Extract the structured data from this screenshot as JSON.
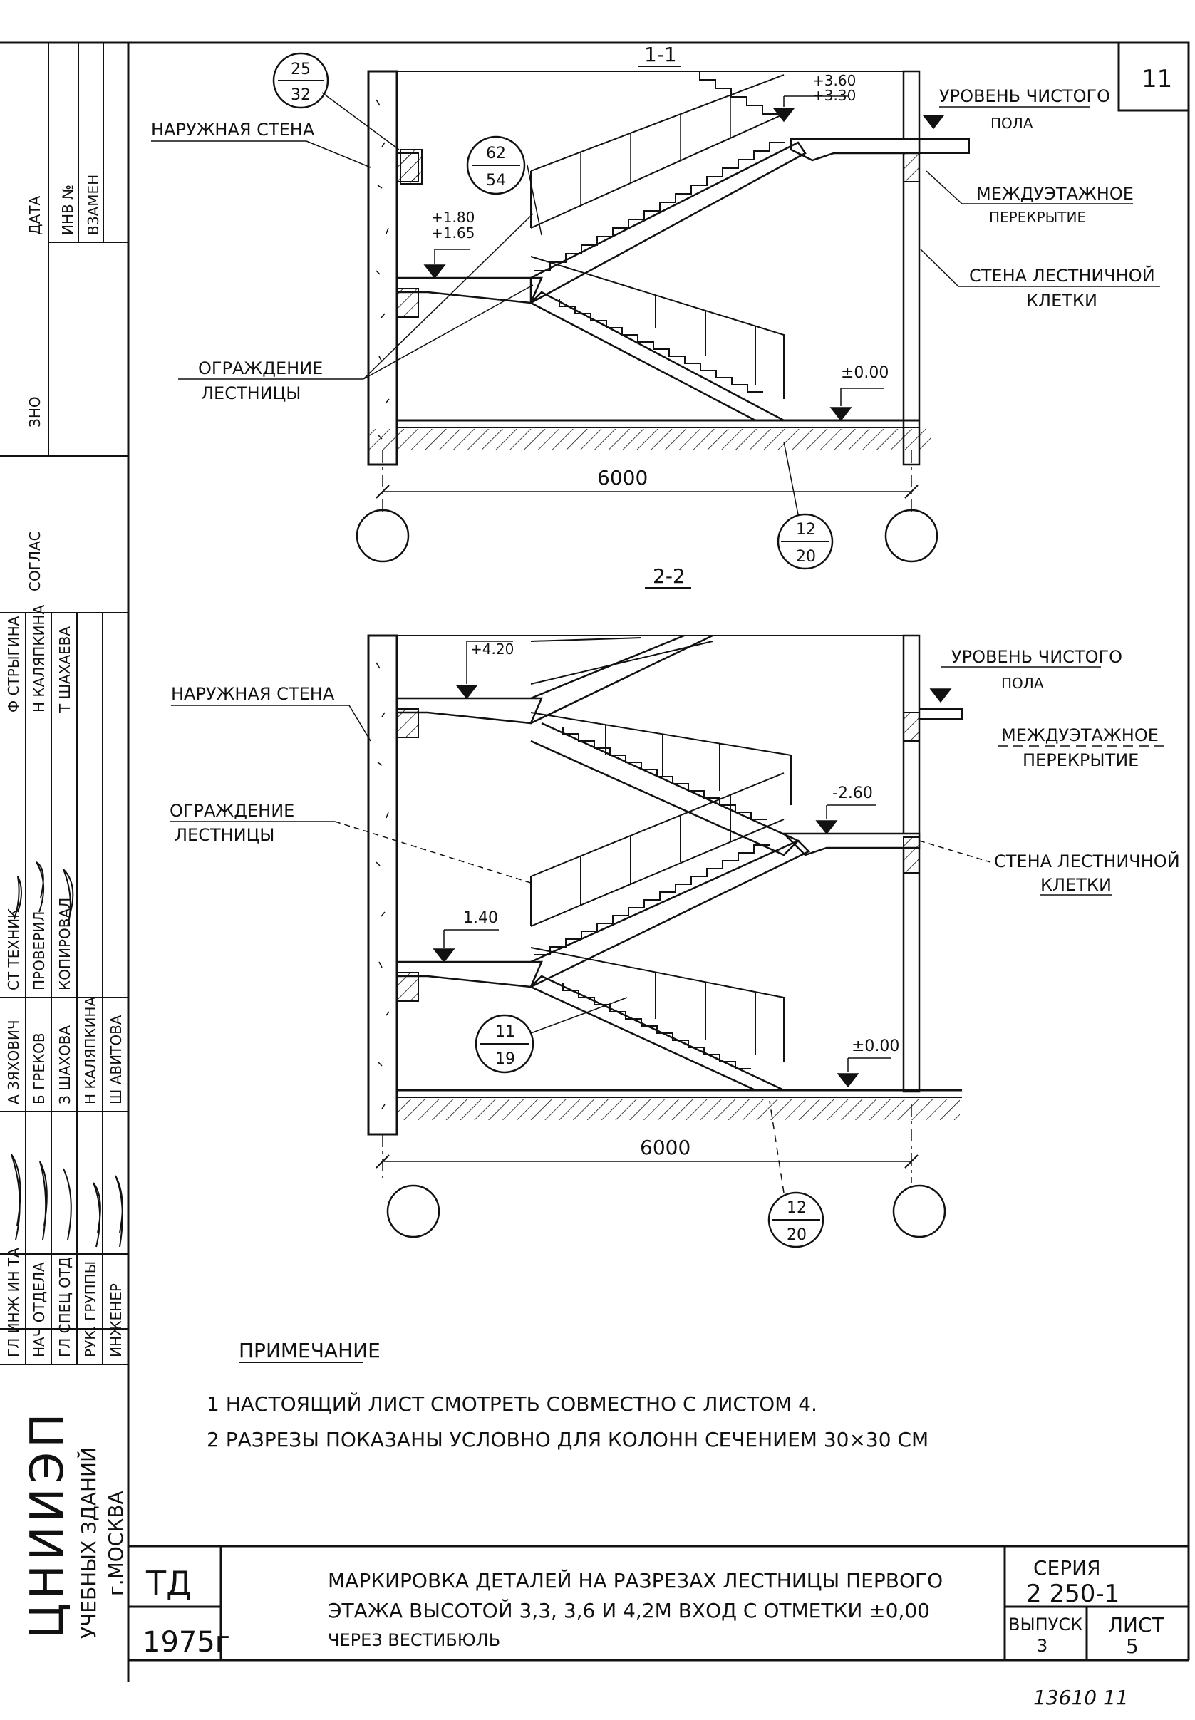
{
  "sheet_number": "11",
  "bottom_code": "13610 11",
  "sections": [
    {
      "id": "1-1",
      "title": "1-1",
      "dimension": "6000",
      "elevations": [
        "+3.60",
        "+3.30",
        "+1.80",
        "+1.65",
        "±0.00"
      ],
      "labels": {
        "outer_wall": "НАРУЖНАЯ СТЕНА",
        "clean_floor_1": "УРОВЕНЬ ЧИСТОГО",
        "clean_floor_2": "ПОЛА",
        "floor_slab_1": "МЕЖДУЭТАЖНОЕ",
        "floor_slab_2": "ПЕРЕКРЫТИЕ",
        "stair_wall_1": "СТЕНА ЛЕСТНИЧНОЙ",
        "stair_wall_2": "КЛЕТКИ",
        "railing_1": "ОГРАЖДЕНИЕ",
        "railing_2": "ЛЕСТНИЦЫ"
      },
      "markers": [
        {
          "top": "25",
          "bottom": "32"
        },
        {
          "top": "62",
          "bottom": "54"
        },
        {
          "top": "12",
          "bottom": "20"
        }
      ]
    },
    {
      "id": "2-2",
      "title": "2-2",
      "dimension": "6000",
      "elevations": [
        "+4.20",
        "-2.60",
        "1.40",
        "±0.00"
      ],
      "labels": {
        "outer_wall": "НАРУЖНАЯ СТЕНА",
        "clean_floor_1": "УРОВЕНЬ ЧИСТОГО",
        "clean_floor_2": "ПОЛА",
        "floor_slab_1": "МЕЖДУЭТАЖНОЕ",
        "floor_slab_2": "ПЕРЕКРЫТИЕ",
        "stair_wall_1": "СТЕНА ЛЕСТНИЧНОЙ",
        "stair_wall_2": "КЛЕТКИ",
        "railing_1": "ОГРАЖДЕНИЕ",
        "railing_2": "ЛЕСТНИЦЫ"
      },
      "markers": [
        {
          "top": "11",
          "bottom": "19"
        },
        {
          "top": "12",
          "bottom": "20"
        }
      ]
    }
  ],
  "notes": {
    "heading": "ПРИМЕЧАНИЕ",
    "items": [
      "1 НАСТОЯЩИЙ ЛИСТ СМОТРЕТЬ СОВМЕСТНО С ЛИСТОМ 4.",
      "2 РАЗРЕЗЫ ПОКАЗАНЫ УСЛОВНО ДЛЯ КОЛОНН СЕЧЕНИЕМ 30×30 СМ"
    ]
  },
  "left_strip": {
    "top_headers": [
      "ДАТА",
      "ИНВ №",
      "ВЗАМЕН"
    ],
    "mid_partial": [
      "ЗНО",
      "СОГЛАС"
    ],
    "roles": [
      "ГЛ ИНЖ ИН ТА",
      "НАЧ ОТДЕЛА",
      "ГЛ СПЕЦ ОТД",
      "РУК. ГРУППЫ",
      "ИНЖЕНЕР"
    ],
    "names_a": [
      "А ЗЯХОВИЧ",
      "Б ГРЕКОВ",
      "З ШАХОВА",
      "Н КАЛЯПКИНА",
      "Ш АВИТОВА"
    ],
    "roles_b": [
      "СТ ТЕХНИК",
      "ПРОВЕРИЛ",
      "КОПИРОВАЛ"
    ],
    "names_b": [
      "Ф СТРЫГИНА",
      "Н КАЛЯПКИНА",
      "Т ШАХАЕВА"
    ],
    "org_main": "ЦНИИЭП",
    "org_sub1": "УЧЕБНЫХ ЗДАНИЙ",
    "org_sub2": "г.МОСКВА"
  },
  "title_block": {
    "code": "ТД",
    "year": "1975г",
    "title_lines": [
      "МАРКИРОВКА ДЕТАЛЕЙ НА РАЗРЕЗАХ ЛЕСТНИЦЫ ПЕРВОГО",
      "ЭТАЖА ВЫСОТОЙ 3,3, 3,6 И 4,2М  ВХОД С ОТМЕТКИ ±0,00",
      "ЧЕРЕЗ ВЕСТИБЮЛЬ"
    ],
    "series_label": "СЕРИЯ",
    "series_value": "2 250-1",
    "issue_label": "ВЫПУСК",
    "issue_value": "3",
    "sheet_label": "ЛИСТ",
    "sheet_value": "5"
  }
}
